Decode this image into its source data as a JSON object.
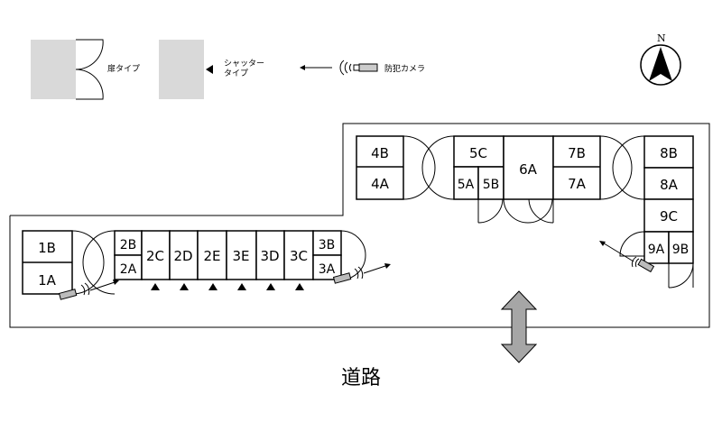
{
  "legend": {
    "door_type": "扉タイプ",
    "shutter_type_line1": "シャッター",
    "shutter_type_line2": "タイプ",
    "camera": "防犯カメラ"
  },
  "compass": {
    "label": "N"
  },
  "road": {
    "label": "道路"
  },
  "units": {
    "u4B": "4B",
    "u4A": "4A",
    "u5C": "5C",
    "u5A": "5A",
    "u5B": "5B",
    "u6A": "6A",
    "u7B": "7B",
    "u7A": "7A",
    "u8B": "8B",
    "u8A": "8A",
    "u9C": "9C",
    "u9A": "9A",
    "u9B": "9B",
    "u1B": "1B",
    "u1A": "1A",
    "u2B": "2B",
    "u2A": "2A",
    "u2C": "2C",
    "u2D": "2D",
    "u2E": "2E",
    "u3E": "3E",
    "u3D": "3D",
    "u3C": "3C",
    "u3B": "3B",
    "u3A": "3A"
  },
  "colors": {
    "legend_block": "#d9d9d9",
    "road_arrow": "#a6a6a6",
    "line": "#000000"
  }
}
